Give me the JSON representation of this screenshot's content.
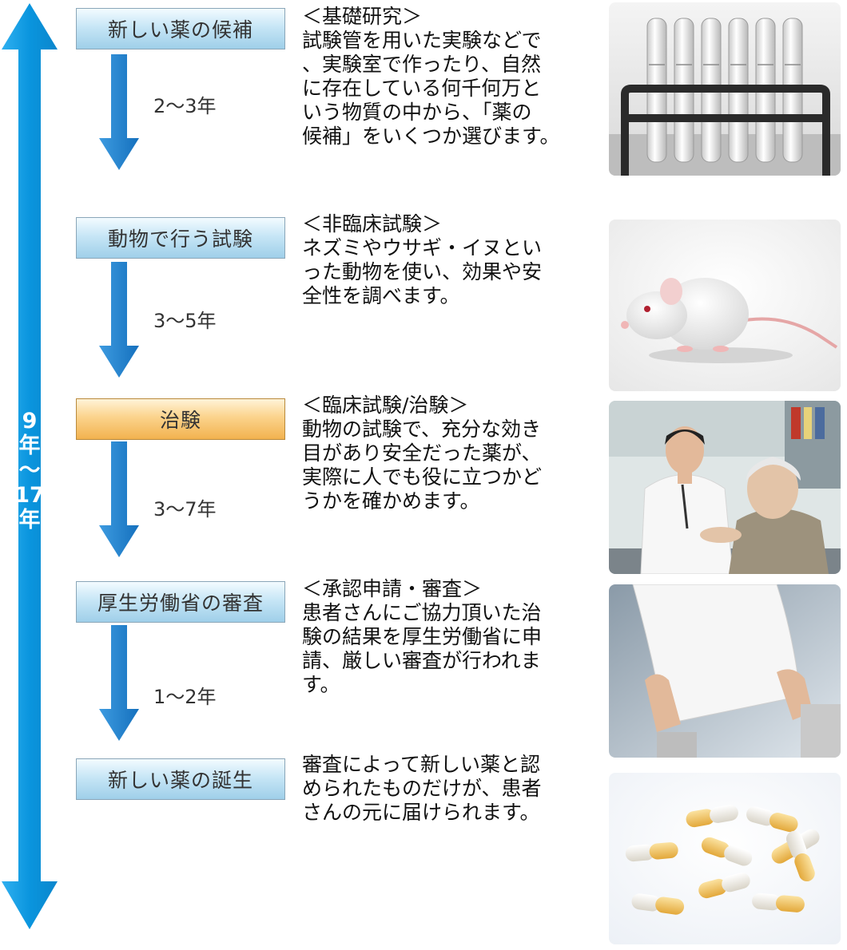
{
  "total_duration": {
    "line1": "9",
    "line2": "年",
    "line3": "〜",
    "line4": "17",
    "line5": "年"
  },
  "stages": [
    {
      "name": "新しい薬の候補",
      "duration": "2〜3年",
      "description": "＜基礎研究＞\n試験管を用いた実験などで\n、実験室で作ったり、自然\nに存在している何千何万と\nいう物質の中から、「薬の\n候補」をいくつか選びます。",
      "photo": "test-tubes"
    },
    {
      "name": "動物で行う試験",
      "duration": "3〜5年",
      "description": "＜非臨床試験＞\nネズミやウサギ・イヌとい\nった動物を使い、効果や安\n全性を調べます。",
      "photo": "mouse"
    },
    {
      "name": "治験",
      "duration": "3〜7年",
      "description": "＜臨床試験/治験＞\n動物の試験で、充分な効き\n目があり安全だった薬が、\n実際に人でも役に立つかど\nうかを確かめます。",
      "photo": "doctor-and-patient"
    },
    {
      "name": "厚生労働省の審査",
      "duration": "1〜2年",
      "description": "＜承認申請・審査＞\n患者さんにご協力頂いた治\n験の結果を厚生労働省に申\n請、厳しい審査が行われま\nす。",
      "photo": "document-review"
    },
    {
      "name": "新しい薬の誕生",
      "description": "審査によって新しい薬と認\nめられたものだけが、患者\nさんの元に届けられます。",
      "photo": "capsules"
    }
  ],
  "colors": {
    "total_arrow": "#0a8fd6",
    "stage_arrow": "#1f7fc8",
    "box_blue": "#bfe2f4",
    "box_orange": "#f6c063"
  }
}
